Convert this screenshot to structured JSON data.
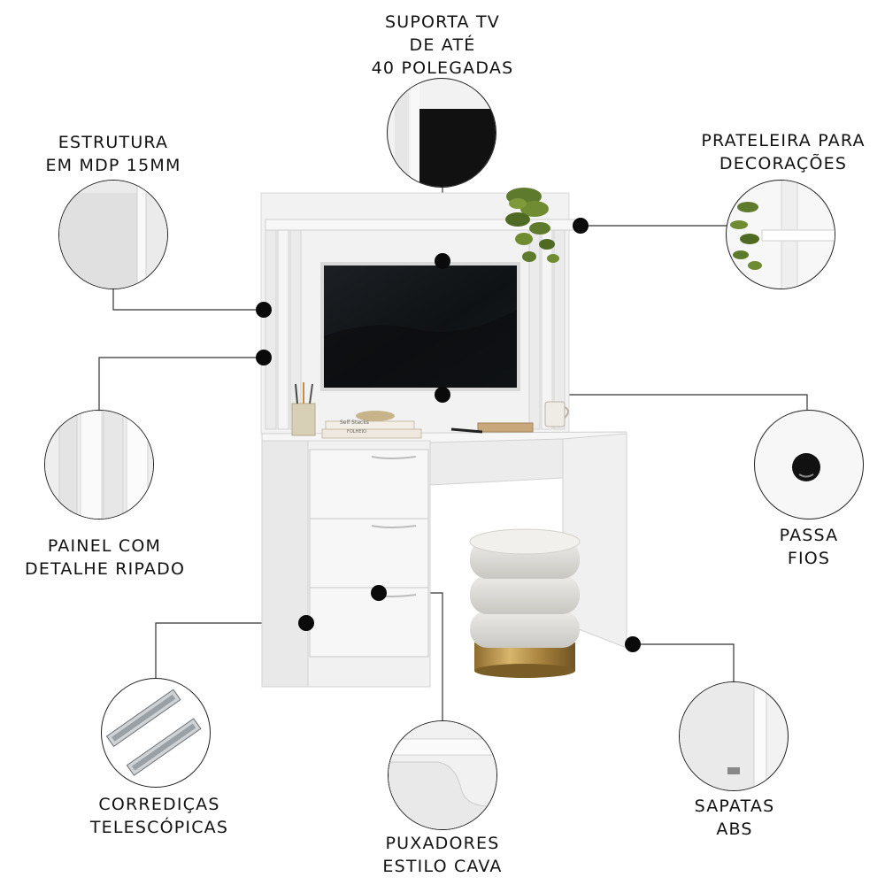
{
  "features": {
    "tv_support": {
      "line1": "SUPORTA TV",
      "line2": "DE ATÉ",
      "line3": "40 POLEGADAS"
    },
    "structure": {
      "line1": "ESTRUTURA",
      "line2": "EM MDP 15MM"
    },
    "shelf": {
      "line1": "PRATELEIRA PARA",
      "line2": "DECORAÇÕES"
    },
    "panel": {
      "line1": "PAINEL COM",
      "line2": "DETALHE RIPADO"
    },
    "cable_pass": {
      "line1": "PASSA",
      "line2": "FIOS"
    },
    "slides": {
      "line1": "CORREDIÇAS",
      "line2": "TELESCÓPICAS"
    },
    "handles": {
      "line1": "PUXADORES",
      "line2": "ESTILO CAVA"
    },
    "feet": {
      "line1": "SAPATAS",
      "line2": "ABS"
    }
  },
  "product": {
    "book_spine_1": "Self Stacks",
    "book_spine_2": "FOLHEIO"
  },
  "colors": {
    "furniture_white": "#f3f3f3",
    "tv_black": "#121416",
    "stool_fabric": "#dcdad6",
    "stool_base_gold": "#b9954e",
    "plant_green": "#5e7a2c"
  }
}
